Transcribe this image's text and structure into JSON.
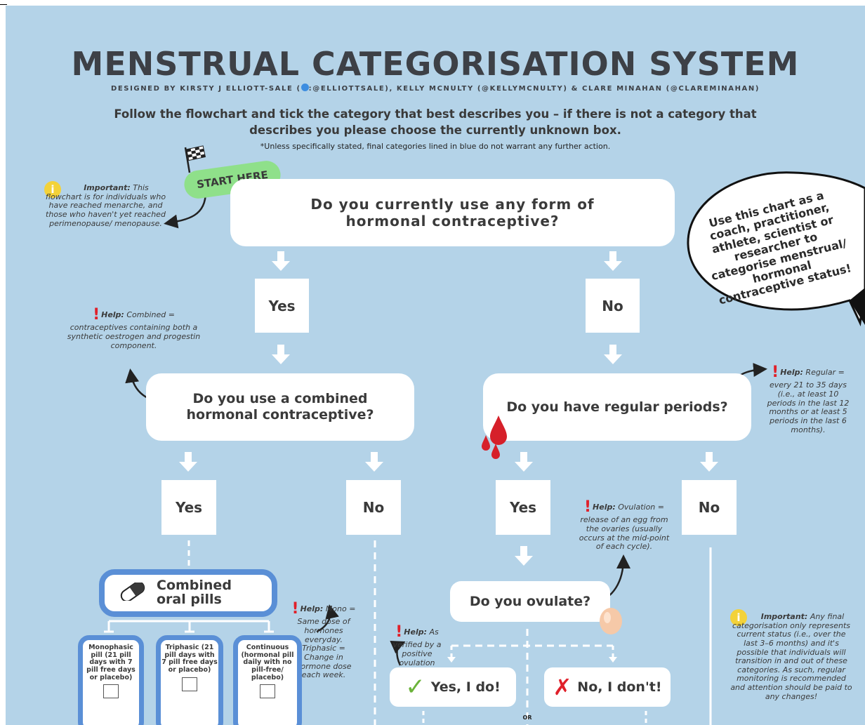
{
  "header": {
    "title": "MENSTRUAL CATEGORISATION SYSTEM",
    "designed_by_prefix": "DESIGNED BY KIRSTY J ELLIOTT-SALE (",
    "designed_by_rest": ":@ELLIOTTSALE), KELLY MCNULTY (@KELLYMCNULTY) & CLARE MINAHAN (@CLAREMINAHAN)",
    "instruction_line1": "Follow the flowchart and tick the category that best describes you – if there is not a category that",
    "instruction_line2": "describes you please choose the currently unknown box.",
    "footnote": "*Unless specifically stated, final categories lined in blue do not warrant any further action."
  },
  "start_label": "START HERE",
  "speech_bubble": "Use this chart as a coach, practitioner, athlete, scientist or researcher to categorise menstrual/ hormonal contraceptive status!",
  "notes": {
    "important_top_label": "Important:",
    "important_top_text": "This flowchart is for individuals who have reached menarche, and those who haven't yet reached perimenopause/ menopause.",
    "help_combined_label": "Help:",
    "help_combined_text": "Combined = contraceptives containing both a synthetic oestrogen and progestin component.",
    "help_regular_label": "Help:",
    "help_regular_text": "Regular = every 21 to 35 days (i.e., at least 10 periods in the last 12 months or at least 5 periods in the last 6 months).",
    "help_ovulation_label": "Help:",
    "help_ovulation_text": "Ovulation = release of an egg from the ovaries (usually occurs at the mid-point of each cycle).",
    "help_mono_label": "Help:",
    "help_mono_text": "Mono = Same dose of hormones everyday. Triphasic = Change in hormone dose each week.",
    "help_verified_label": "Help:",
    "help_verified_text": "As verified by a positive ovulation test!",
    "important_bottom_label": "Important:",
    "important_bottom_text": "Any final categorisation only represents current status (i.e., over the last 3–6 months) and it's possible that individuals will transition in and out of these categories. As such, regular monitoring is recommended and attention should be paid to any changes!"
  },
  "questions": {
    "q1": "Do you currently use any form of hormonal contraceptive?",
    "q2": "Do you use a combined hormonal contraceptive?",
    "q3": "Do you have regular periods?",
    "q4": "Do you ovulate?"
  },
  "answers": {
    "yes": "Yes",
    "no": "No",
    "yes_i_do": "Yes, I do!",
    "no_i_dont": "No, I don't!",
    "or": "OR"
  },
  "combined_pills": {
    "title_line1": "Combined",
    "title_line2": "oral pills",
    "options": [
      "Monophasic pill (21 pill days with 7 pill free days or placebo)",
      "Triphasic (21 pill days with 7 pill free days or placebo)",
      "Continuous (hormonal pill daily with no pill-free/ placebo)"
    ]
  },
  "icons": [
    "checkered-flag-icon",
    "info-icon",
    "exclamation-icon",
    "pill-icon",
    "blood-drops-icon",
    "egg-icon",
    "checkmark-icon",
    "cross-icon"
  ],
  "colors": {
    "background": "#b4d3e8",
    "title": "#3d4046",
    "start_badge": "#8fe08a",
    "accent_blue": "#5a8fd6",
    "warning_red": "#e0202a",
    "info_yellow": "#f3d239"
  }
}
